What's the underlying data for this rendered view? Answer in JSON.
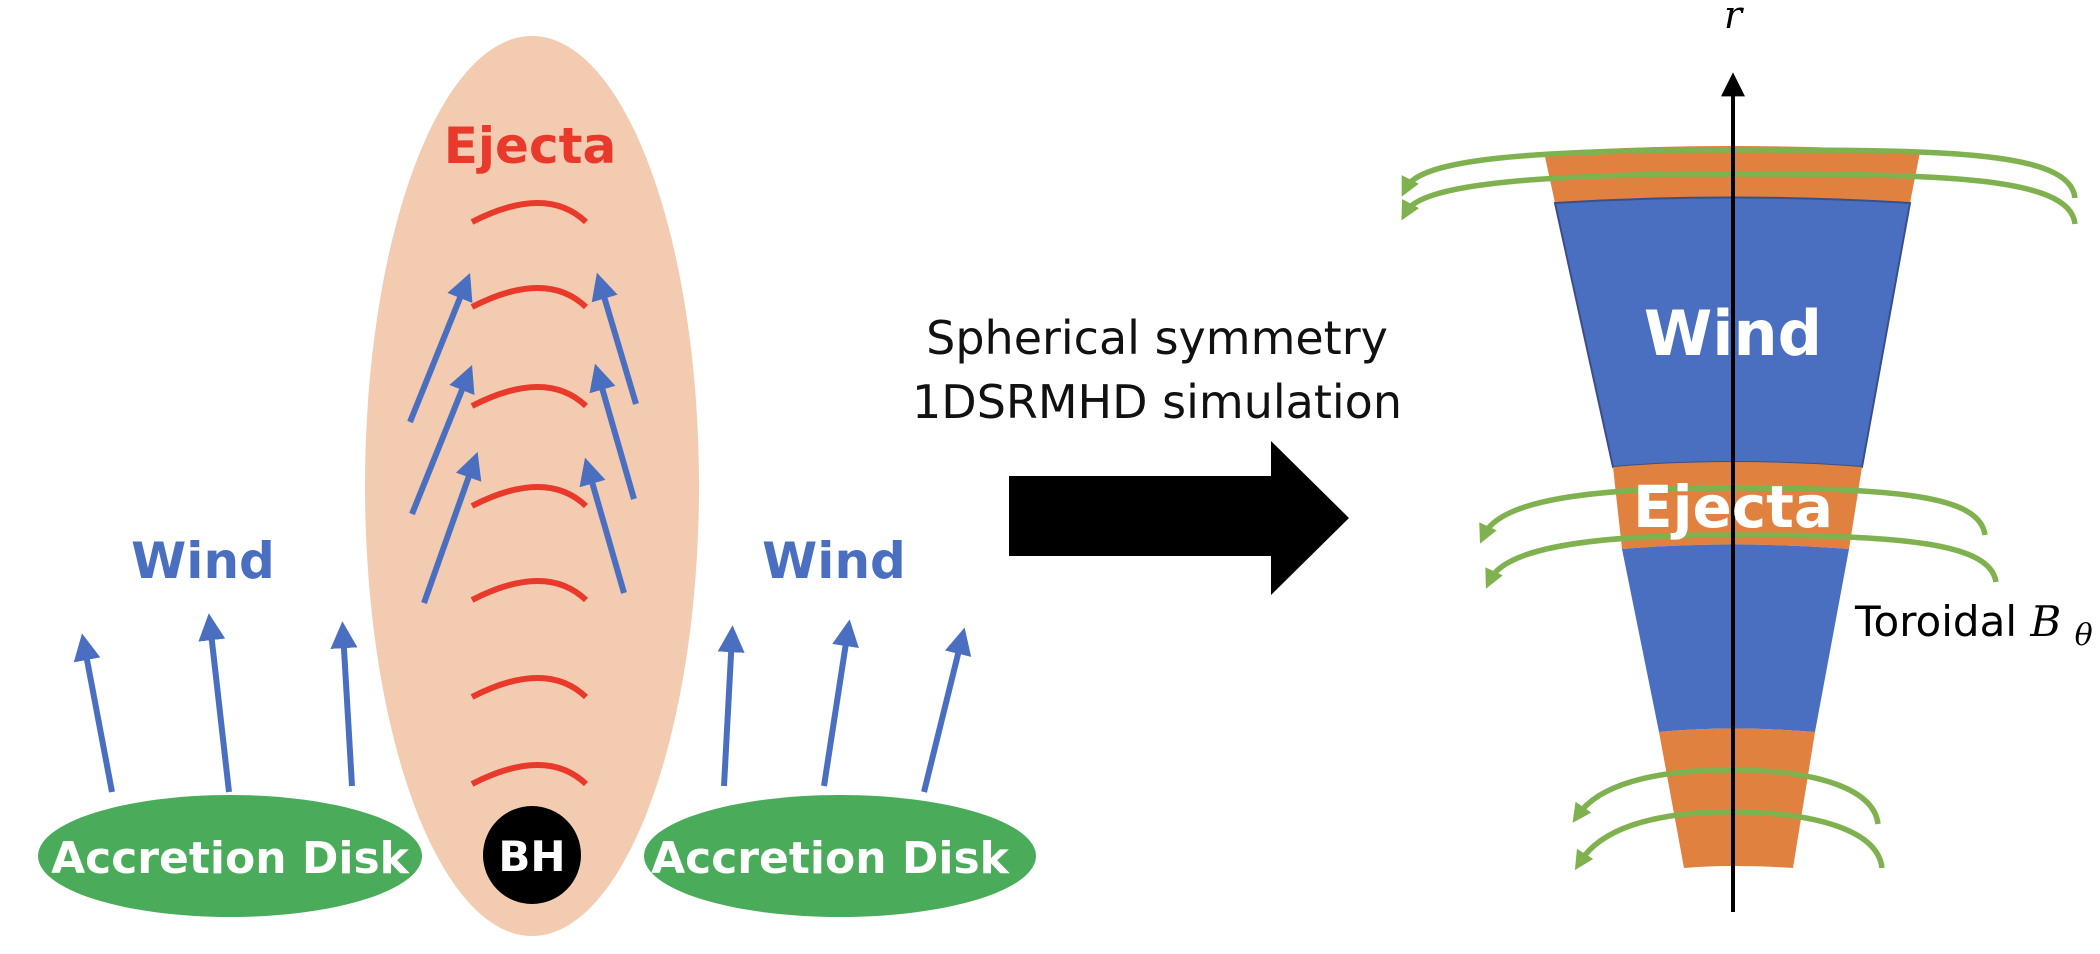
{
  "left_panel": {
    "ejecta_label": "Ejecta",
    "wind_label_left": "Wind",
    "wind_label_right": "Wind",
    "disk_label_left": "Accretion Disk",
    "disk_label_right": "Accretion Disk",
    "bh_label": "BH"
  },
  "middle": {
    "line1": "Spherical symmetry",
    "line2": "1DSRMHD simulation"
  },
  "right_panel": {
    "axis_label": "r",
    "wind_label": "Wind",
    "ejecta_label": "Ejecta",
    "field_label_prefix": "Toroidal ",
    "field_symbol": "B",
    "field_subscript": "θ"
  },
  "colors": {
    "ejecta_red": "#e8392b",
    "wind_blue": "#4a6fc1",
    "disk_green": "#4aac5a",
    "jet_peach": "#f3cbb1",
    "shell_orange": "#e0813f",
    "field_green": "#7fb24f",
    "black": "#000000"
  }
}
